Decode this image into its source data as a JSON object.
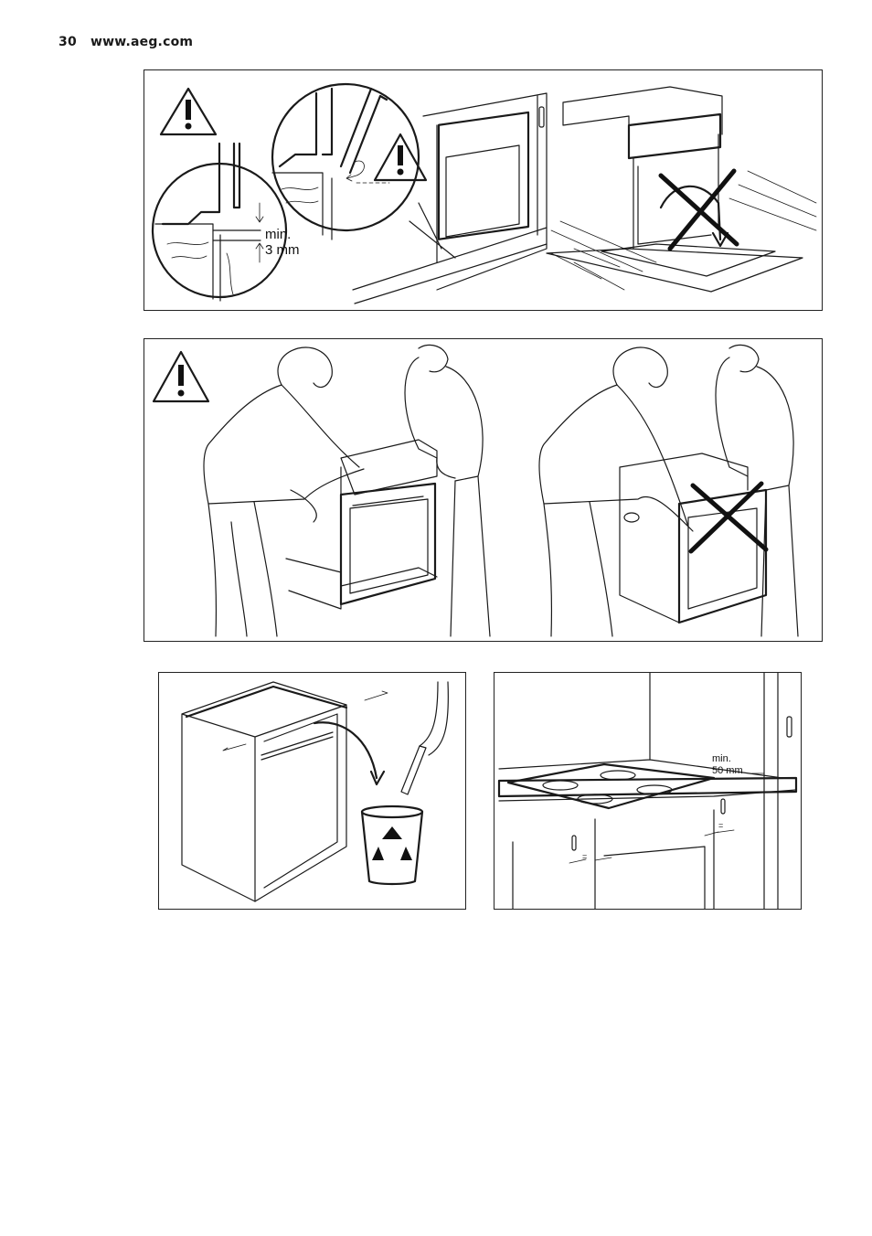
{
  "header": {
    "page_number": "30",
    "site": "www.aeg.com"
  },
  "panel1": {
    "gap_label_line1": "min.",
    "gap_label_line2": "3 mm"
  },
  "panel4": {
    "clearance_line1": "min.",
    "clearance_line2": "50 mm",
    "equal_mark": "="
  },
  "icons": [
    "warning-triangle-icon",
    "recycle-bin-icon",
    "prohibited-cross-icon"
  ]
}
